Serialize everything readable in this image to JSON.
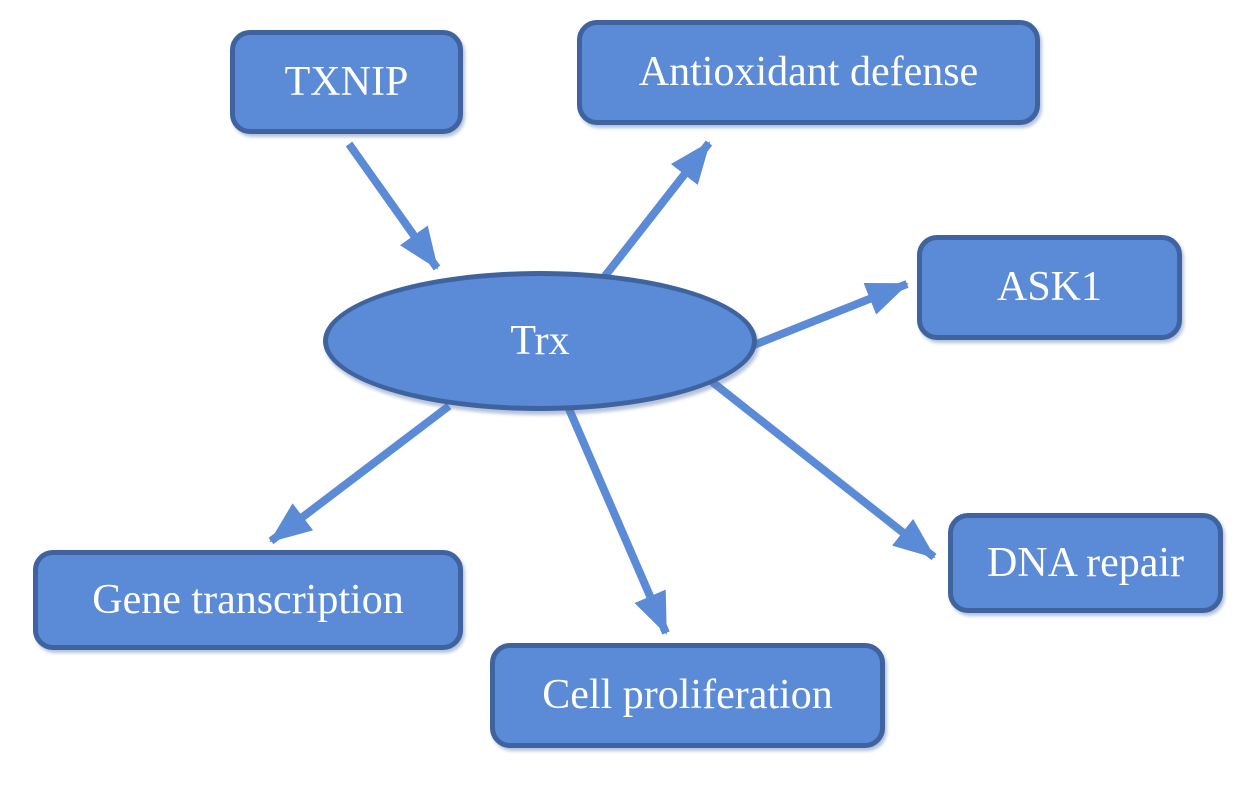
{
  "diagram": {
    "center_node": {
      "id": "trx",
      "label": "Trx",
      "shape": "ellipse"
    },
    "nodes": [
      {
        "id": "txnip",
        "label": "TXNIP",
        "shape": "rounded-rectangle"
      },
      {
        "id": "antioxidant-defense",
        "label": "Antioxidant defense",
        "shape": "rounded-rectangle"
      },
      {
        "id": "ask1",
        "label": "ASK1",
        "shape": "rounded-rectangle"
      },
      {
        "id": "dna-repair",
        "label": "DNA repair",
        "shape": "rounded-rectangle"
      },
      {
        "id": "gene-transcription",
        "label": "Gene transcription",
        "shape": "rounded-rectangle"
      },
      {
        "id": "cell-proliferation",
        "label": "Cell proliferation",
        "shape": "rounded-rectangle"
      }
    ],
    "edges": [
      {
        "from": "TXNIP",
        "to": "Trx"
      },
      {
        "from": "Trx",
        "to": "Antioxidant defense"
      },
      {
        "from": "Trx",
        "to": "ASK1"
      },
      {
        "from": "Trx",
        "to": "DNA repair"
      },
      {
        "from": "Trx",
        "to": "Cell proliferation"
      },
      {
        "from": "Trx",
        "to": "Gene transcription"
      }
    ],
    "colors": {
      "shape_fill": "#5B8AD6",
      "shape_border": "#3F639F",
      "arrow": "#5B8AD6",
      "text": "#FFFFFF",
      "background": "#FFFFFF"
    }
  }
}
